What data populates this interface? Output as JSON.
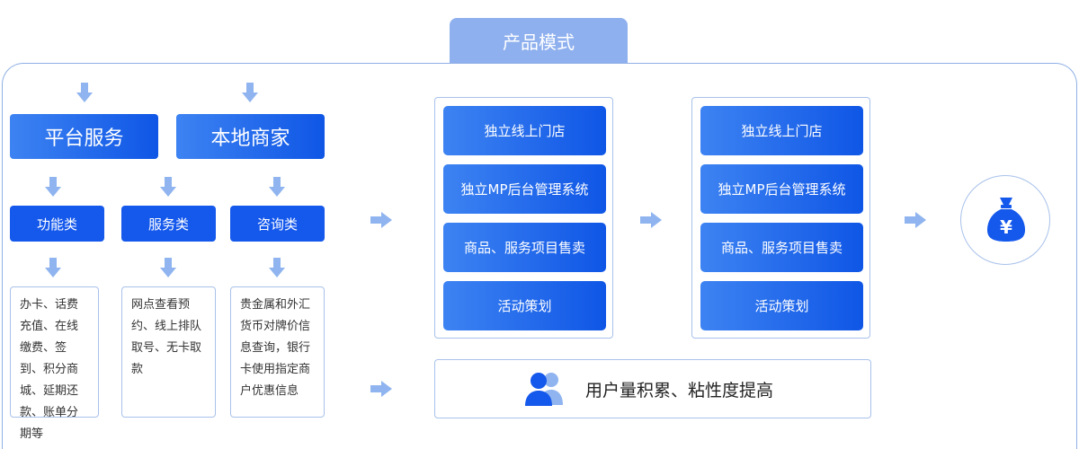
{
  "title": "产品模式",
  "categories": [
    {
      "name": "平台服务"
    },
    {
      "name": "本地商家"
    }
  ],
  "types": [
    {
      "label": "功能类",
      "description": "办卡、话费充值、在线缴费、签到、积分商城、延期还款、账单分期等"
    },
    {
      "label": "服务类",
      "description": "网点查看预约、线上排队取号、无卡取款"
    },
    {
      "label": "咨询类",
      "description": "贵金属和外汇货币对牌价信息查询，银行卡使用指定商户优惠信息"
    }
  ],
  "columns": [
    {
      "items": [
        "独立线上门店",
        "独立MP后台管理系统",
        "商品、服务项目售卖",
        "活动策划"
      ]
    },
    {
      "items": [
        "独立线上门店",
        "独立MP后台管理系统",
        "商品、服务项目售卖",
        "活动策划"
      ]
    }
  ],
  "result": "用户量积累、粘性度提高",
  "icons": {
    "users": "users-icon",
    "money": "money-bag-icon",
    "currency_symbol": "¥"
  },
  "colors": {
    "primary": "#1458ec",
    "gradient_start": "#3d83f2",
    "arrow": "#8fb4ef",
    "border": "#a8c1ea",
    "title_bg": "#8fb0ee"
  }
}
